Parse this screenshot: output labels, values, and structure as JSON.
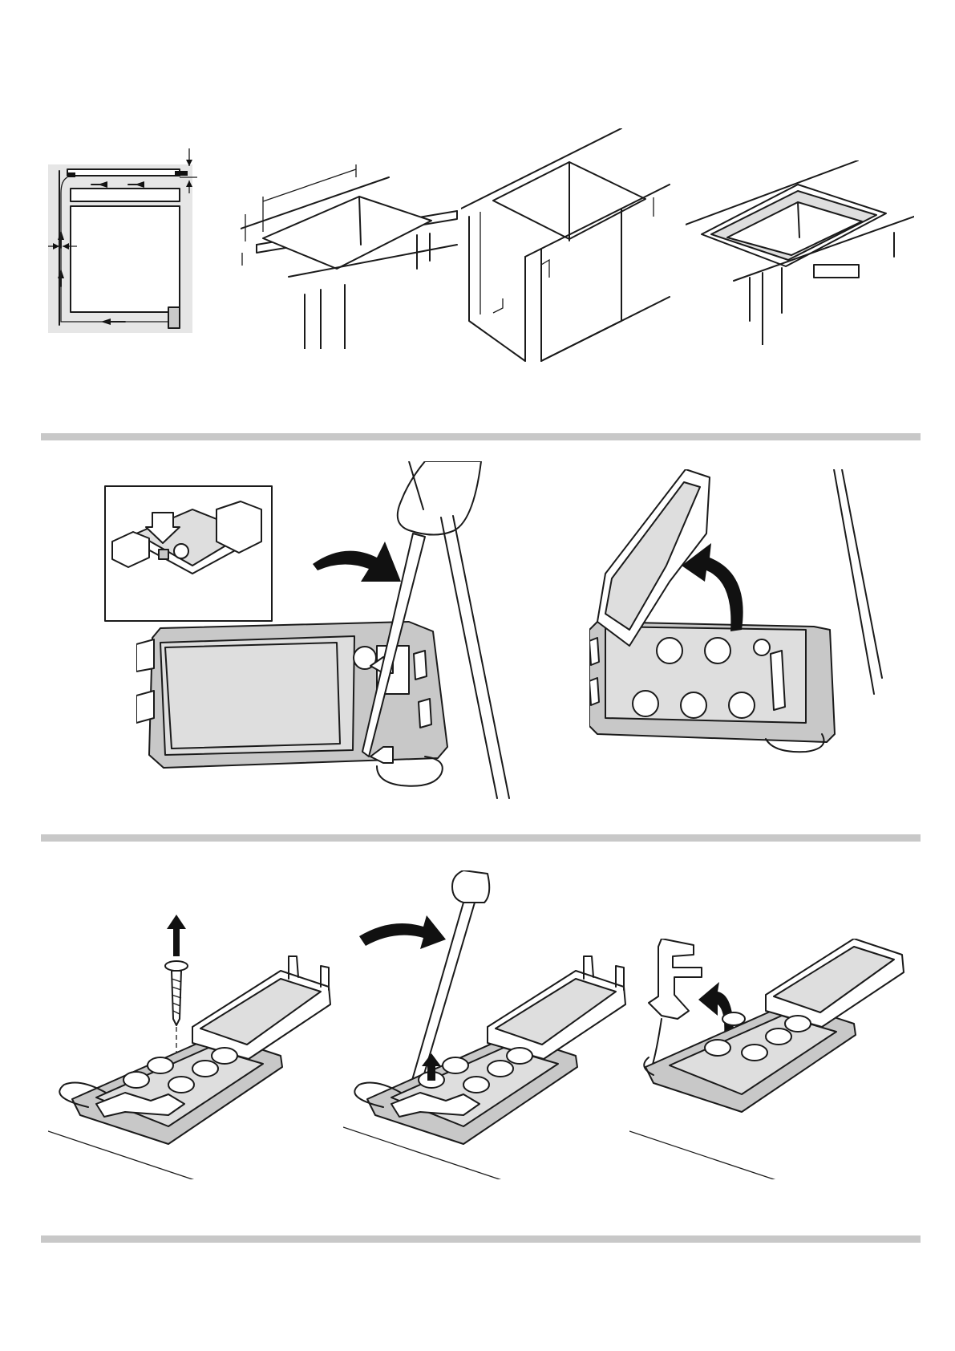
{
  "page": {
    "background": "#ffffff",
    "separator_color": "#c8c8c8"
  },
  "figures": [
    {
      "row": 1,
      "icon": "cabinet-ventilation-cross-section-icon"
    },
    {
      "row": 1,
      "icon": "countertop-cutout-dimensions-icon"
    },
    {
      "row": 1,
      "icon": "base-cabinet-frame-icon"
    },
    {
      "row": 1,
      "icon": "hob-inserted-in-cutout-icon"
    },
    {
      "row": 2,
      "icon": "connection-box-location-inset-icon"
    },
    {
      "row": 2,
      "icon": "screwdriver-release-cover-clips-icon"
    },
    {
      "row": 2,
      "icon": "open-connection-box-cover-icon"
    },
    {
      "row": 3,
      "icon": "remove-strain-relief-screw-icon"
    },
    {
      "row": 3,
      "icon": "screwdriver-lever-clamp-icon"
    },
    {
      "row": 3,
      "icon": "lift-out-cable-clamp-icon"
    }
  ]
}
